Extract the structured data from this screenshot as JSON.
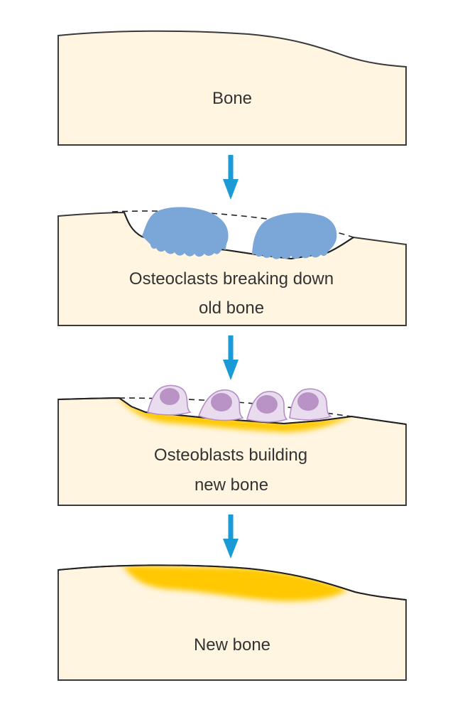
{
  "title": "Bone remodeling",
  "colors": {
    "bone_fill": "#fff5e1",
    "outline": "#3a3a3a",
    "arrow": "#1a9ad6",
    "osteoclast": "#7ba6d8",
    "osteoblast_body": "#e9dcef",
    "osteoblast_outline": "#b58fc6",
    "osteoblast_nucleus": "#b993c6",
    "new_bone": "#ffc800",
    "text": "#333333"
  },
  "stages": [
    {
      "id": "bone",
      "label_lines": [
        "Bone"
      ]
    },
    {
      "id": "osteoclasts",
      "label_lines": [
        "Osteoclasts breaking down",
        "old bone"
      ]
    },
    {
      "id": "osteoblasts",
      "label_lines": [
        "Osteoblasts building",
        "new bone"
      ]
    },
    {
      "id": "new-bone",
      "label_lines": [
        "New bone"
      ]
    }
  ],
  "arrows": [
    {
      "from": "bone",
      "to": "osteoclasts"
    },
    {
      "from": "osteoclasts",
      "to": "osteoblasts"
    },
    {
      "from": "osteoblasts",
      "to": "new-bone"
    }
  ]
}
